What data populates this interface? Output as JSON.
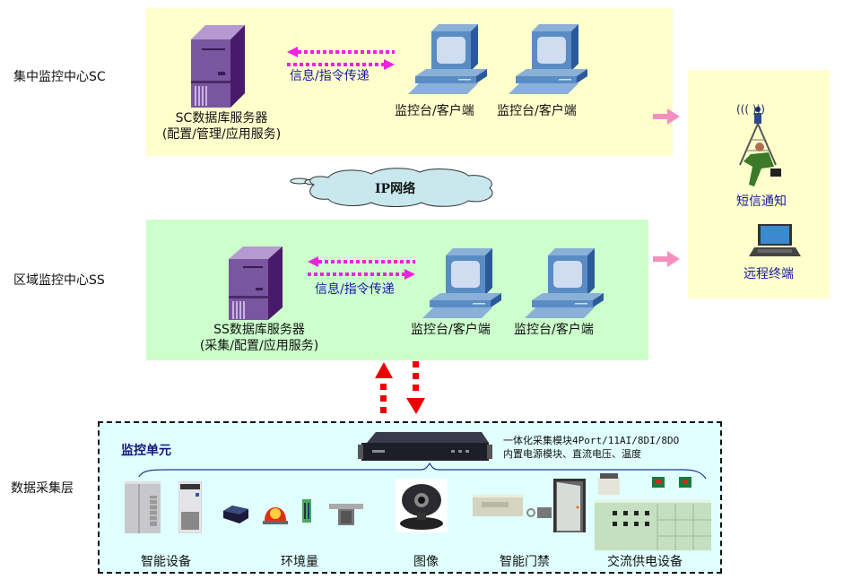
{
  "layers": {
    "sc": {
      "label": "集中监控中心SC",
      "server_caption_line1": "SC数据库服务器",
      "server_caption_line2": "(配置/管理/应用服务)",
      "link_label": "信息/指令传递",
      "clients": [
        "监控台/客户端",
        "监控台/客户端"
      ]
    },
    "network": {
      "label": "IP网络"
    },
    "ss": {
      "label": "区域监控中心SS",
      "server_caption_line1": "SS数据库服务器",
      "server_caption_line2": "(采集/配置/应用服务)",
      "link_label": "信息/指令传递",
      "clients": [
        "监控台/客户端",
        "监控台/客户端"
      ]
    },
    "notify": {
      "sms_label": "短信通知",
      "remote_label": "远程终端"
    },
    "collection": {
      "label": "数据采集层",
      "unit_title": "监控单元",
      "module_desc_line1": "一体化采集模块4Port/11AI/8DI/8DO",
      "module_desc_line2": "内置电源模块、直流电压、温度",
      "groups": [
        "智能设备",
        "环境量",
        "图像",
        "智能门禁",
        "交流供电设备"
      ]
    }
  },
  "colors": {
    "sc_panel": "#ffffcc",
    "ss_panel": "#ccffcc",
    "notify_panel": "#ffffcc",
    "collection_panel": "#e0ffff",
    "dotted_link": "#ee22dd",
    "uplink_arrow": "#ee0000",
    "notify_arrow": "#f58fc0",
    "cloud_fill": "#c8e8ee"
  }
}
